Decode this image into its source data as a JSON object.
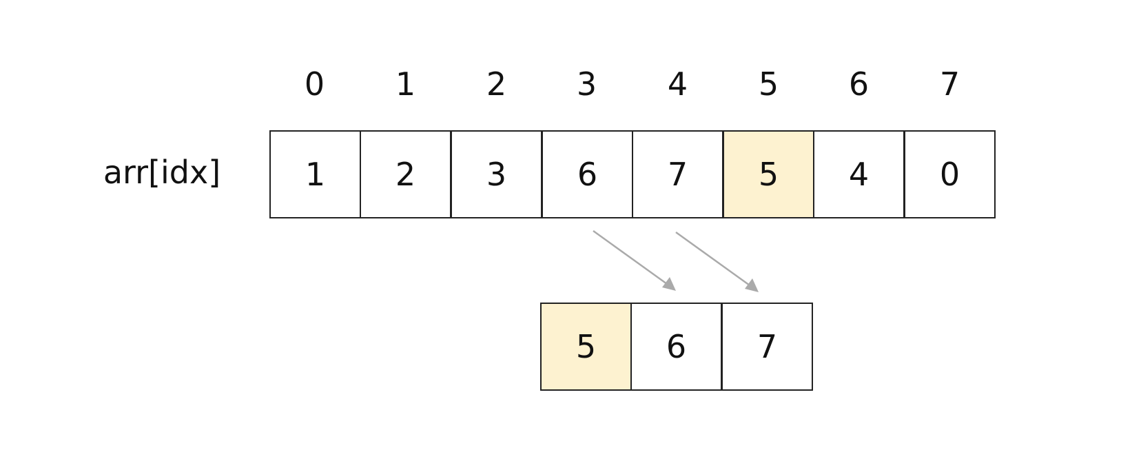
{
  "array_label": "arr[idx]",
  "indices": [
    "0",
    "1",
    "2",
    "3",
    "4",
    "5",
    "6",
    "7"
  ],
  "array": [
    {
      "value": "1",
      "highlighted": false
    },
    {
      "value": "2",
      "highlighted": false
    },
    {
      "value": "3",
      "highlighted": false
    },
    {
      "value": "6",
      "highlighted": false
    },
    {
      "value": "7",
      "highlighted": false
    },
    {
      "value": "5",
      "highlighted": true
    },
    {
      "value": "4",
      "highlighted": false
    },
    {
      "value": "0",
      "highlighted": false
    }
  ],
  "result": [
    {
      "value": "5",
      "highlighted": true
    },
    {
      "value": "6",
      "highlighted": false
    },
    {
      "value": "7",
      "highlighted": false
    }
  ],
  "colors": {
    "highlight": "#fdf2d0",
    "border": "#222222",
    "arrow": "#aaaaaa"
  }
}
